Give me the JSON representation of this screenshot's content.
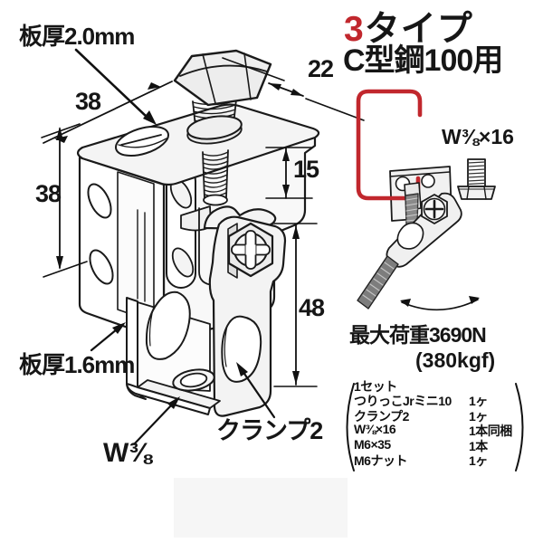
{
  "title": {
    "type_number": "3",
    "type_suffix": "タイプ",
    "subtitle": "C型鋼100用"
  },
  "diagram_labels": {
    "plate_thickness_top": "板厚2.0mm",
    "plate_thickness_bottom": "板厚1.6mm",
    "dim_width_top": "38",
    "dim_depth": "22",
    "dim_height_left": "38",
    "dim_offset": "15",
    "dim_arm_height": "48",
    "bolt_label": "W⅜",
    "clamp_label": "クランプ2"
  },
  "right_panel": {
    "bolt_spec": "W⅜×16",
    "max_load": "最大荷重3690N",
    "max_load_kgf": "(380kgf)",
    "parts_list": {
      "header": "1セット",
      "items": [
        {
          "name": "つりっこJrミニ10",
          "qty": "1ヶ"
        },
        {
          "name": "クランプ2",
          "qty": "1ヶ"
        },
        {
          "name": "W⅜×16",
          "qty": "1本同梱"
        },
        {
          "name": "M6×35",
          "qty": "1本"
        },
        {
          "name": "M6ナット",
          "qty": "1ヶ"
        }
      ]
    }
  },
  "colors": {
    "accent_red": "#c1272d",
    "line_black": "#1a1a1a"
  }
}
